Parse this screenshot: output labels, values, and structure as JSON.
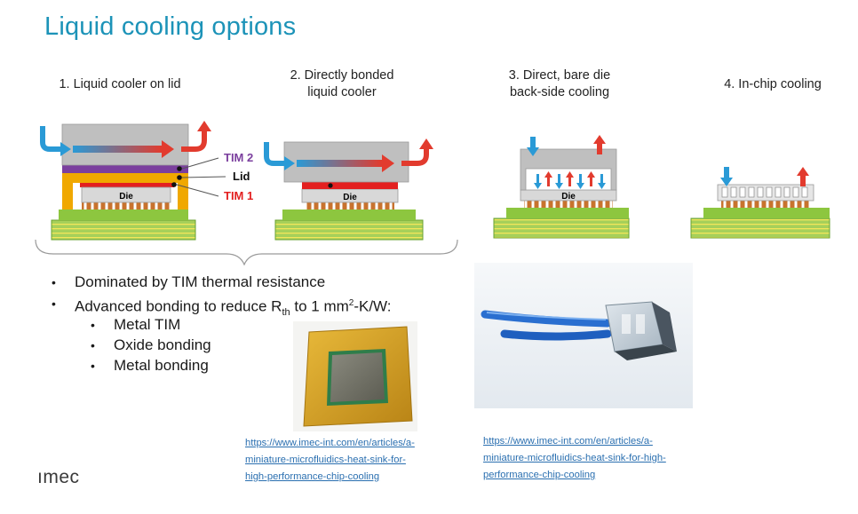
{
  "title": "Liquid cooling options",
  "options": [
    {
      "label_line1": "1. Liquid cooler on lid",
      "label_line2": ""
    },
    {
      "label_line1": "2. Directly bonded",
      "label_line2": "liquid cooler"
    },
    {
      "label_line1": "3. Direct, bare die",
      "label_line2": "back-side cooling"
    },
    {
      "label_line1": "4. In-chip cooling",
      "label_line2": ""
    }
  ],
  "diagram_labels": {
    "tim2": "TIM 2",
    "lid": "Lid",
    "tim1": "TIM 1",
    "die": "Die"
  },
  "bullets": {
    "b1": "Dominated by TIM thermal resistance",
    "b2_pre": "Advanced bonding to reduce R",
    "b2_sub": "th",
    "b2_mid": " to 1 mm",
    "b2_sup": "2",
    "b2_post": "-K/W:",
    "sub_items": [
      "Metal TIM",
      "Oxide bonding",
      "Metal bonding"
    ]
  },
  "links": {
    "link1": [
      "https://www.imec-int.com/en/articles/a-",
      "miniature-microfluidics-heat-sink-for-",
      "high-performance-chip-cooling"
    ],
    "link2": [
      "https://www.imec-int.com/en/articles/a-",
      "miniature-microfluidics-heat-sink-for-high-",
      "performance-chip-cooling"
    ]
  },
  "logo": "ımec",
  "colors": {
    "title": "#1c93b8",
    "cooler_gray": "#bfbfbf",
    "inflow_blue": "#2a9ad6",
    "outflow_red": "#e23b2e",
    "tim2_purple": "#7b3f9e",
    "lid_orange": "#f0a800",
    "tim1_red": "#e32020",
    "substrate_green": "#8dc63f",
    "bump_copper": "#c8732e",
    "link_blue": "#2a6fb0"
  }
}
